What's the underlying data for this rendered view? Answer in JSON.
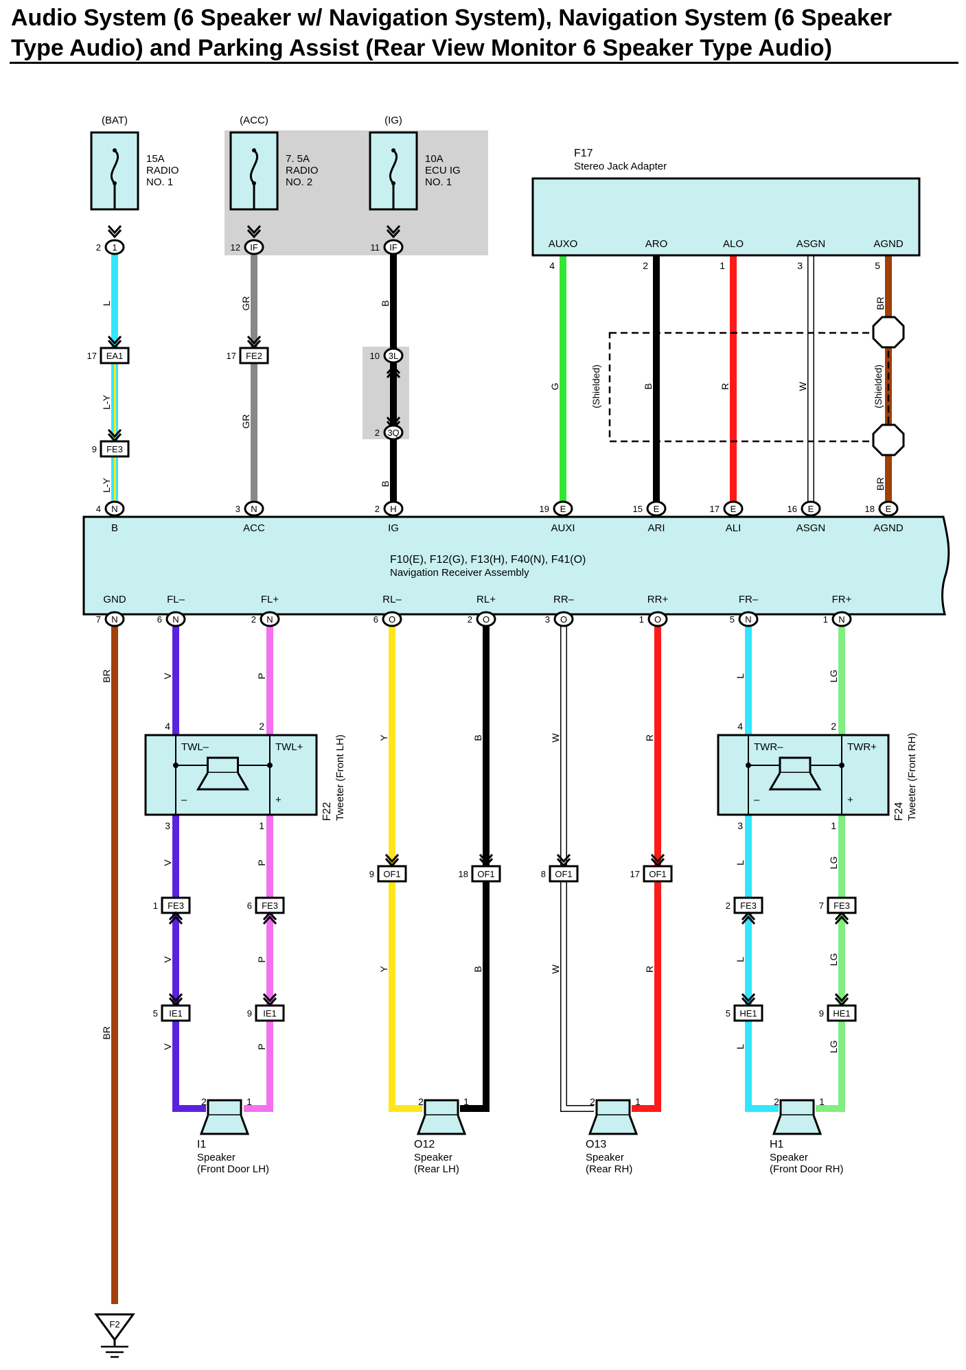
{
  "title": {
    "line1": "Audio System (6 Speaker w/ Navigation System), Navigation System (6 Speaker",
    "line2": "Type Audio) and Parking Assist (Rear View Monitor 6 Speaker Type Audio)"
  },
  "colors": {
    "component_fill": "#c8f0f0",
    "relay_box_fill": "#d2d2d2",
    "wire": {
      "L": "#33e6ff",
      "GR": "#888888",
      "B": "#000000",
      "G": "#33e633",
      "R": "#ff1a1a",
      "W": "#ffffff",
      "BR": "#a0400a",
      "V": "#5a22e0",
      "P": "#f470f0",
      "Y": "#ffe619",
      "LG": "#80ee80",
      "Y_stripe": "#ffe619"
    }
  },
  "fuses": [
    {
      "source": "(BAT)",
      "lines": [
        "15A",
        "RADIO",
        "NO. 1"
      ]
    },
    {
      "source": "(ACC)",
      "lines": [
        "7. 5A",
        "RADIO",
        "NO. 2"
      ]
    },
    {
      "source": "(IG)",
      "lines": [
        "10A",
        "ECU IG",
        "NO. 1"
      ]
    }
  ],
  "fuse_pins": [
    {
      "pin": "2",
      "connector": "1"
    },
    {
      "pin": "12",
      "connector": "IF"
    },
    {
      "pin": "11",
      "connector": "IF"
    }
  ],
  "inline_connectors": [
    {
      "pin": "17",
      "id": "EA1"
    },
    {
      "pin": "9",
      "id": "FE3"
    },
    {
      "pin": "17",
      "id": "FE2"
    },
    {
      "pin": "10",
      "id": "3L"
    },
    {
      "pin": "2",
      "id": "3Q"
    },
    {
      "pin": "9",
      "id": "OF1"
    },
    {
      "pin": "18",
      "id": "OF1"
    },
    {
      "pin": "8",
      "id": "OF1"
    },
    {
      "pin": "17",
      "id": "OF1"
    },
    {
      "pin": "1",
      "id": "FE3"
    },
    {
      "pin": "6",
      "id": "FE3"
    },
    {
      "pin": "5",
      "id": "IE1"
    },
    {
      "pin": "9",
      "id": "IE1"
    },
    {
      "pin": "2",
      "id": "FE3"
    },
    {
      "pin": "7",
      "id": "FE3"
    },
    {
      "pin": "5",
      "id": "HE1"
    },
    {
      "pin": "9",
      "id": "HE1"
    }
  ],
  "wire_labels": [
    "L",
    "L-Y",
    "L-Y",
    "GR",
    "GR",
    "B",
    "B",
    "G",
    "B",
    "R",
    "W",
    "BR",
    "BR",
    "(Shielded)",
    "(Shielded)",
    "BR",
    "BR",
    "V",
    "V",
    "V",
    "V",
    "P",
    "P",
    "P",
    "P",
    "Y",
    "Y",
    "B",
    "B",
    "W",
    "W",
    "R",
    "R",
    "L",
    "L",
    "L",
    "L",
    "LG",
    "LG",
    "LG",
    "LG"
  ],
  "stereo_jack": {
    "id": "F17",
    "name": "Stereo Jack Adapter",
    "terminals": [
      "AUXO",
      "ARO",
      "ALO",
      "ASGN",
      "AGND"
    ],
    "pins": [
      "4",
      "2",
      "1",
      "3",
      "5"
    ]
  },
  "receiver": {
    "ids": "F10(E), F12(G), F13(H), F40(N), F41(O)",
    "name": "Navigation Receiver Assembly",
    "top_terminals": [
      "B",
      "ACC",
      "IG",
      "AUXI",
      "ARI",
      "ALI",
      "ASGN",
      "AGND"
    ],
    "top_pins": [
      {
        "pin": "4",
        "conn": "N"
      },
      {
        "pin": "3",
        "conn": "N"
      },
      {
        "pin": "2",
        "conn": "H"
      },
      {
        "pin": "19",
        "conn": "E"
      },
      {
        "pin": "15",
        "conn": "E"
      },
      {
        "pin": "17",
        "conn": "E"
      },
      {
        "pin": "16",
        "conn": "E"
      },
      {
        "pin": "18",
        "conn": "E"
      }
    ],
    "bottom_terminals": [
      "GND",
      "FL–",
      "FL+",
      "RL–",
      "RL+",
      "RR–",
      "RR+",
      "FR–",
      "FR+"
    ],
    "bottom_pins": [
      {
        "pin": "7",
        "conn": "N"
      },
      {
        "pin": "6",
        "conn": "N"
      },
      {
        "pin": "2",
        "conn": "N"
      },
      {
        "pin": "6",
        "conn": "O"
      },
      {
        "pin": "2",
        "conn": "O"
      },
      {
        "pin": "3",
        "conn": "O"
      },
      {
        "pin": "1",
        "conn": "O"
      },
      {
        "pin": "5",
        "conn": "N"
      },
      {
        "pin": "1",
        "conn": "N"
      }
    ]
  },
  "tweeters": [
    {
      "id": "F22",
      "name": "Tweeter (Front LH)",
      "neg": "TWL–",
      "pos": "TWL+",
      "minus": "–",
      "plus": "+",
      "pins": [
        "4",
        "2",
        "3",
        "1"
      ]
    },
    {
      "id": "F24",
      "name": "Tweeter (Front RH)",
      "neg": "TWR–",
      "pos": "TWR+",
      "minus": "–",
      "plus": "+",
      "pins": [
        "4",
        "2",
        "3",
        "1"
      ]
    }
  ],
  "speakers": [
    {
      "id": "I1",
      "name": "Speaker",
      "location": "(Front Door LH)",
      "pins": [
        "2",
        "1"
      ]
    },
    {
      "id": "O12",
      "name": "Speaker",
      "location": "(Rear LH)",
      "pins": [
        "2",
        "1"
      ]
    },
    {
      "id": "O13",
      "name": "Speaker",
      "location": "(Rear RH)",
      "pins": [
        "2",
        "1"
      ]
    },
    {
      "id": "H1",
      "name": "Speaker",
      "location": "(Front Door RH)",
      "pins": [
        "2",
        "1"
      ]
    }
  ],
  "ground": {
    "id": "F2"
  }
}
